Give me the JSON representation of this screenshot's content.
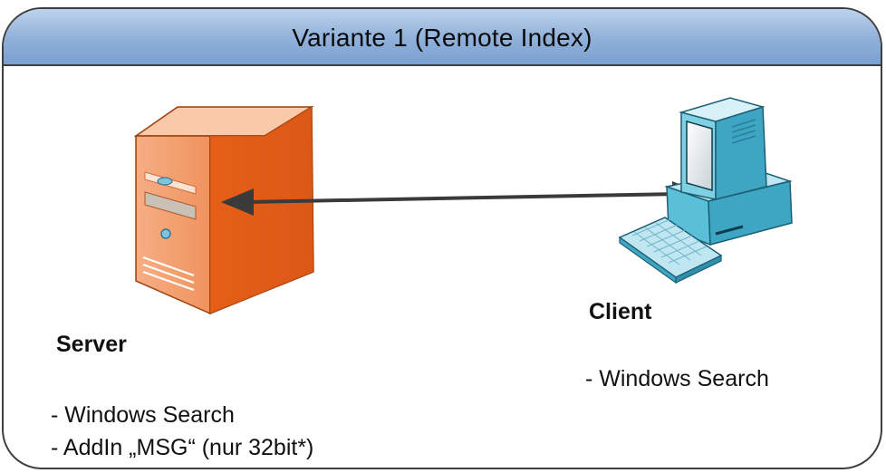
{
  "title": "Variante 1 (Remote Index)",
  "server": {
    "label": "Server",
    "features": [
      "- Windows Search",
      "- AddIn „MSG“ (nur 32bit*)"
    ]
  },
  "client": {
    "label": "Client",
    "features": [
      "- Windows Search"
    ]
  },
  "colors": {
    "header_top": "#bcd3ec",
    "header_bottom": "#7aa0d0",
    "server_orange": "#e8641e",
    "client_teal": "#49b4cf",
    "arrow": "#3a3a3a"
  },
  "icons": [
    "server-tower-icon",
    "desktop-computer-icon",
    "keyboard-icon",
    "double-arrow-icon"
  ]
}
